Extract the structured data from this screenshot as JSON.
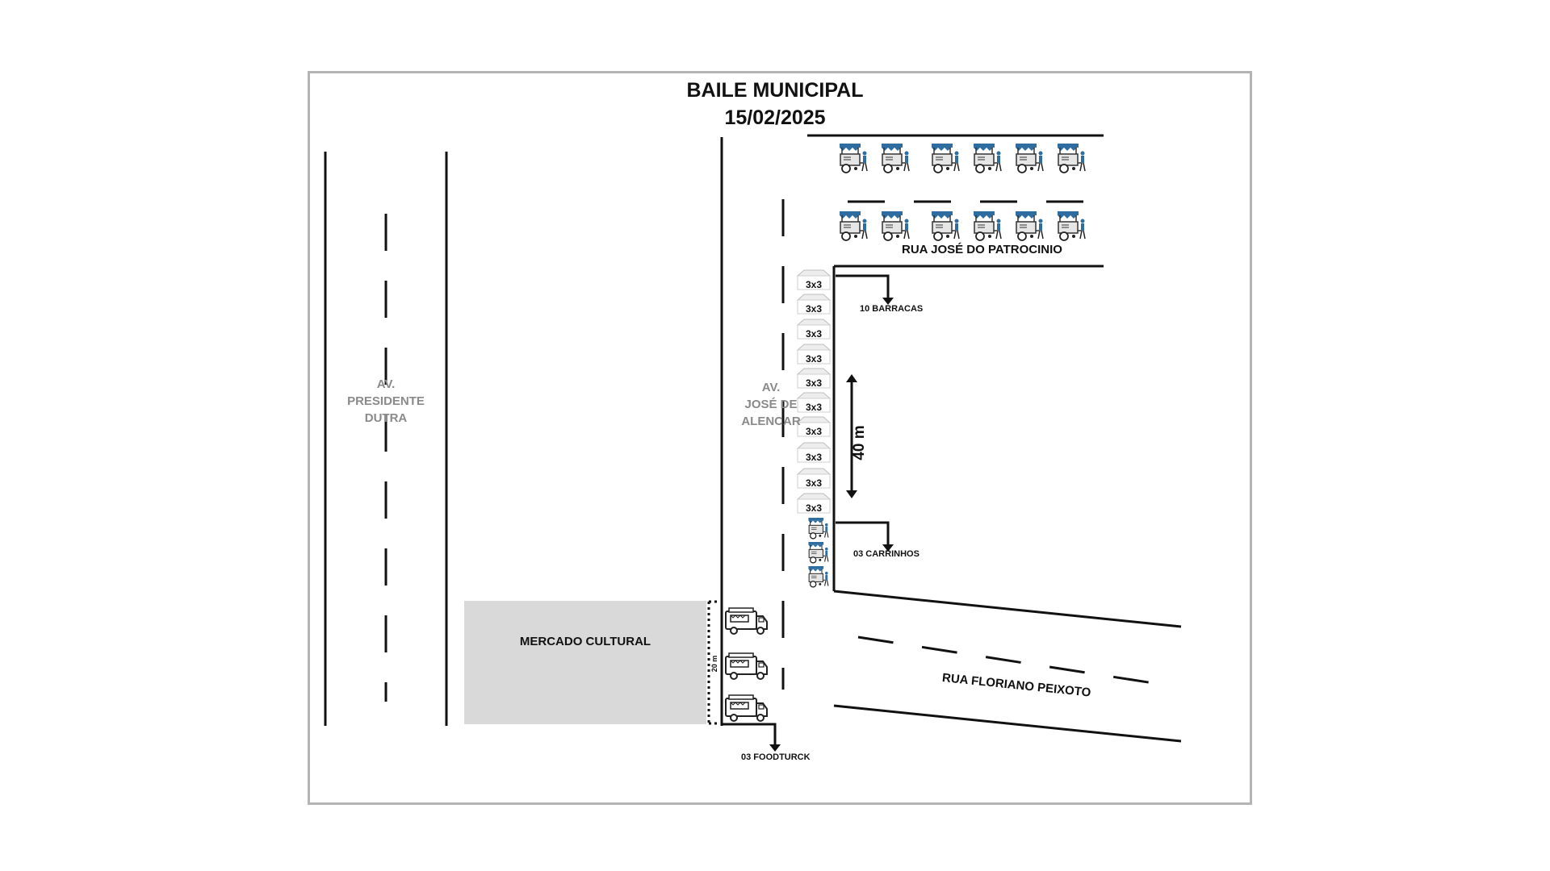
{
  "title": "BAILE MUNICIPAL",
  "date": "15/02/2025",
  "roads": {
    "presidente_dutra": "AV.\nPRESIDENTE\nDUTRA",
    "jose_de_alencar": "AV.\nJOSÉ DE\nALENCAR",
    "jose_do_patrocinio": "RUA JOSÉ DO PATROCINIO",
    "floriano_peixoto": "RUA FLORIANO PEIXOTO"
  },
  "areas": {
    "mercado_cultural": "MERCADO CULTURAL"
  },
  "annotations": {
    "barracas": "10 BARRACAS",
    "carrinhos": "03 CARRINHOS",
    "foodtruck": "03 FOODTURCK",
    "distance_40": "40 m",
    "distance_20": "20 m"
  },
  "tent_size": "3x3",
  "tents": [
    "3x3",
    "3x3",
    "3x3",
    "3x3",
    "3x3",
    "3x3",
    "3x3",
    "3x3",
    "3x3",
    "3x3"
  ],
  "counts": {
    "carts_top_rows": 12,
    "carts_side": 3,
    "food_trucks": 3,
    "tents": 10
  },
  "colors": {
    "cart_canopy": "#2f6da0",
    "mercado_fill": "#d9d9d9",
    "road_label": "#8a8a8a",
    "frame": "#b4b4b4"
  }
}
